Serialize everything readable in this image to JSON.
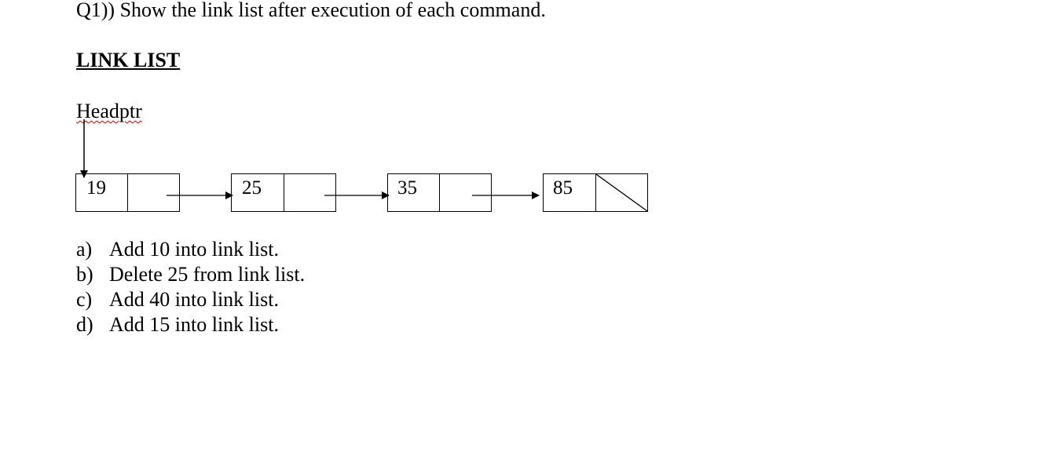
{
  "question": "Q1)) Show the link list after execution of each command.",
  "heading": "LINK LIST",
  "head_pointer_label": "Headptr",
  "nodes": [
    {
      "value": "19",
      "next": "pointer"
    },
    {
      "value": "25",
      "next": "pointer"
    },
    {
      "value": "35",
      "next": "pointer"
    },
    {
      "value": "85",
      "next": "null"
    }
  ],
  "commands": [
    {
      "marker": "a)",
      "text": "Add 10 into link list."
    },
    {
      "marker": "b)",
      "text": "Delete 25 from link list."
    },
    {
      "marker": "c)",
      "text": "Add 40 into link list."
    },
    {
      "marker": "d)",
      "text": "Add 15 into link list."
    }
  ]
}
